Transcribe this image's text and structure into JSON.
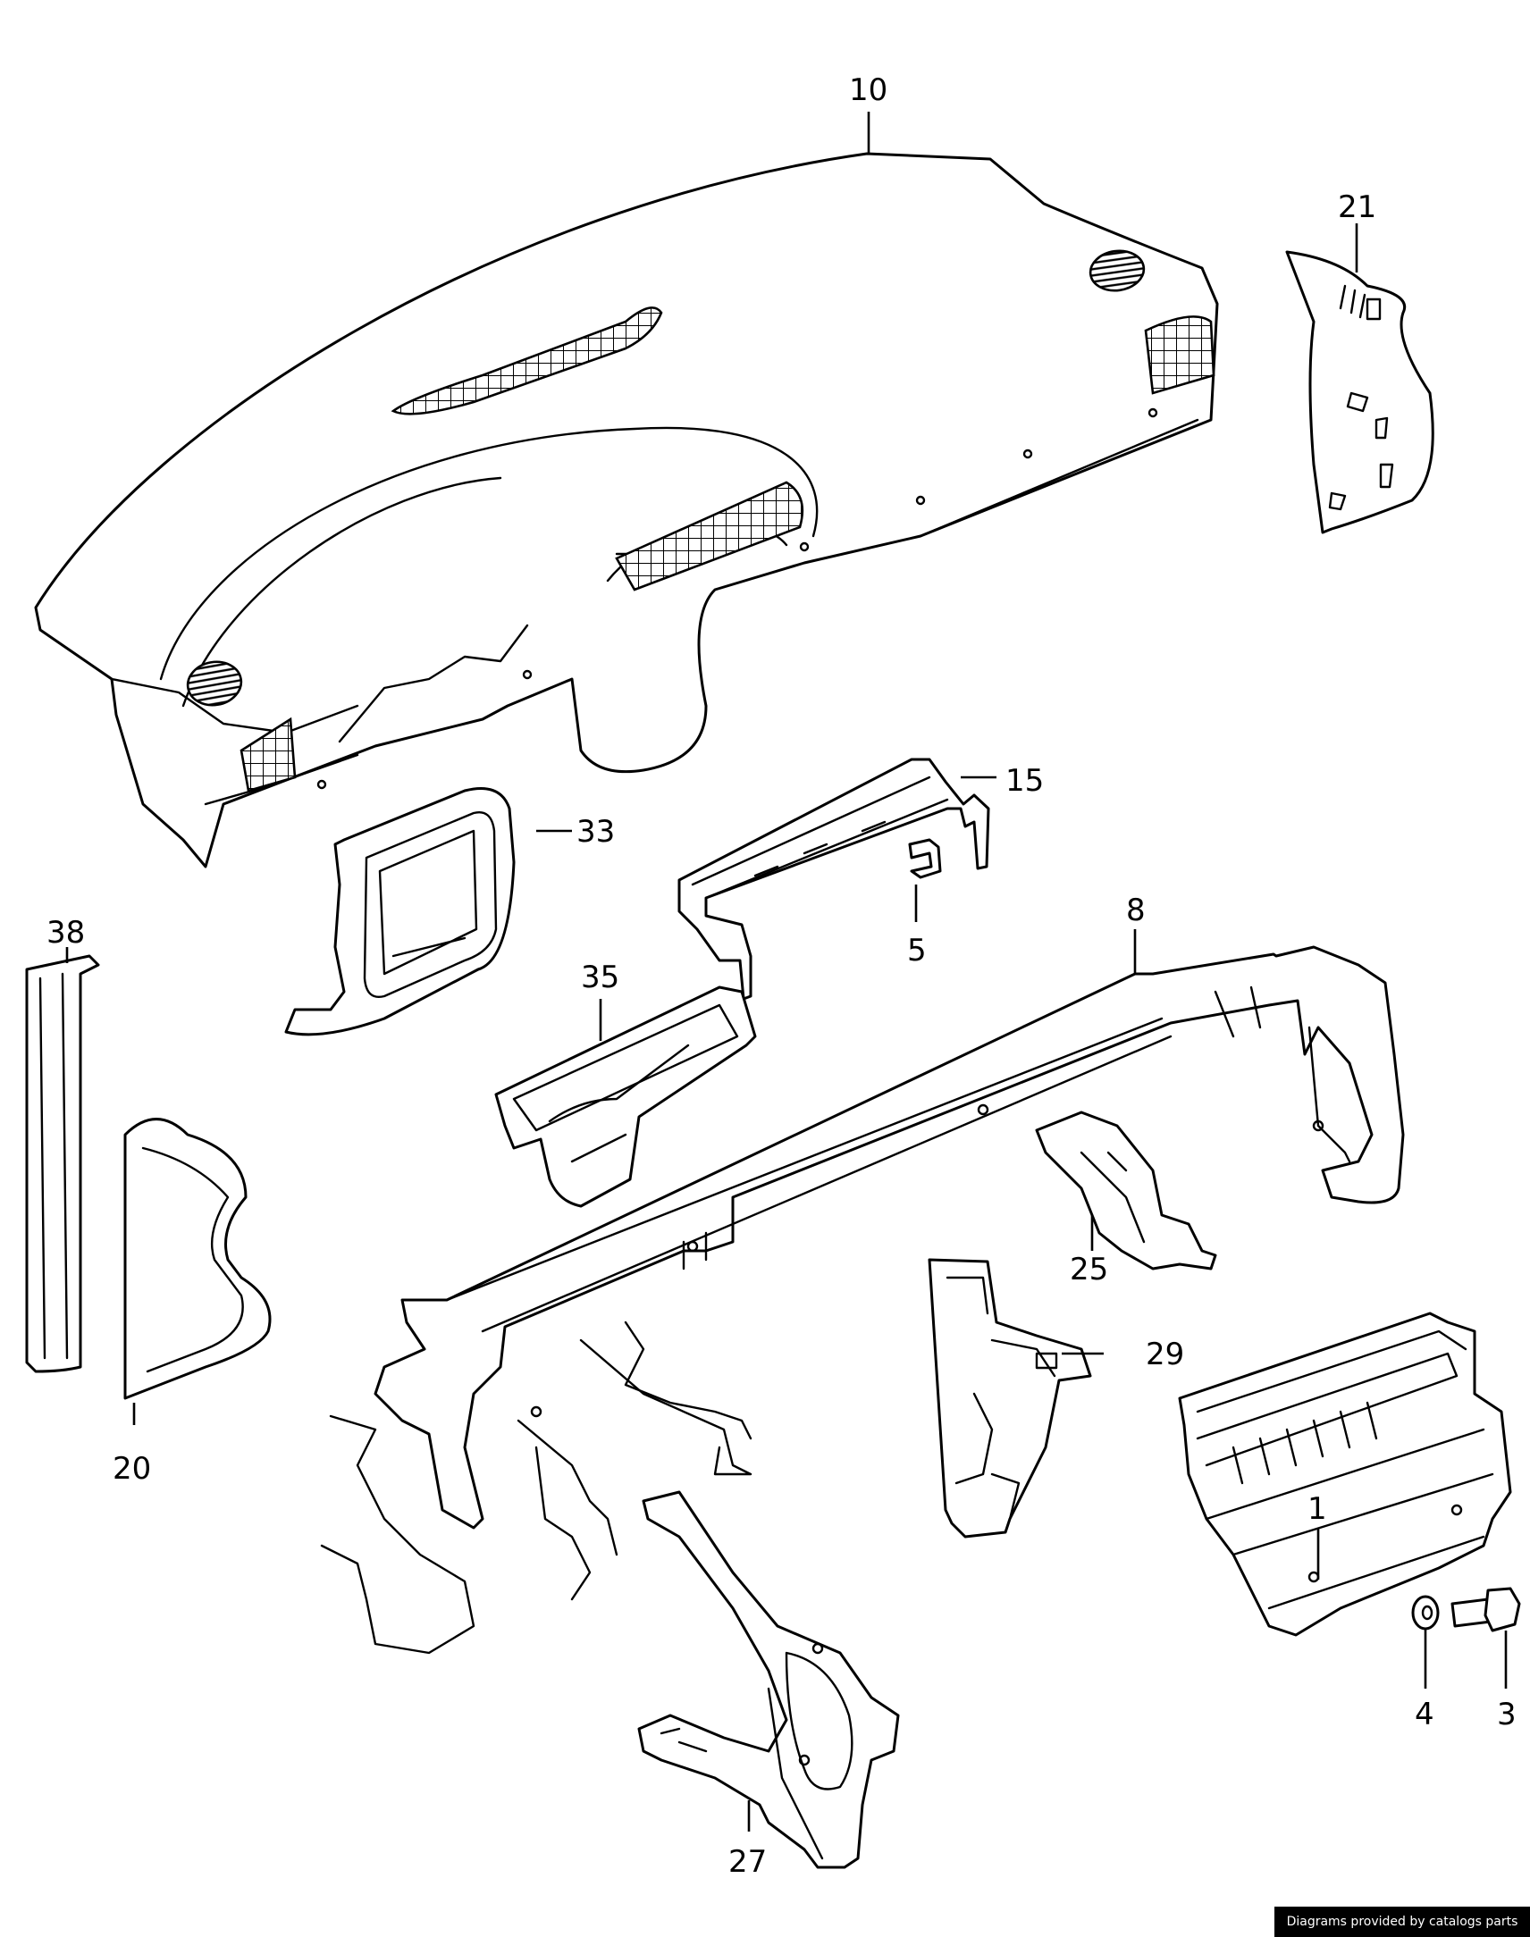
{
  "callouts": {
    "c1": "1",
    "c3": "3",
    "c4": "4",
    "c5": "5",
    "c8": "8",
    "c10": "10",
    "c15": "15",
    "c20": "20",
    "c21": "21",
    "c25": "25",
    "c27": "27",
    "c29": "29",
    "c33": "33",
    "c35": "35",
    "c38": "38"
  },
  "credit": "Diagrams provided by catalogs parts"
}
